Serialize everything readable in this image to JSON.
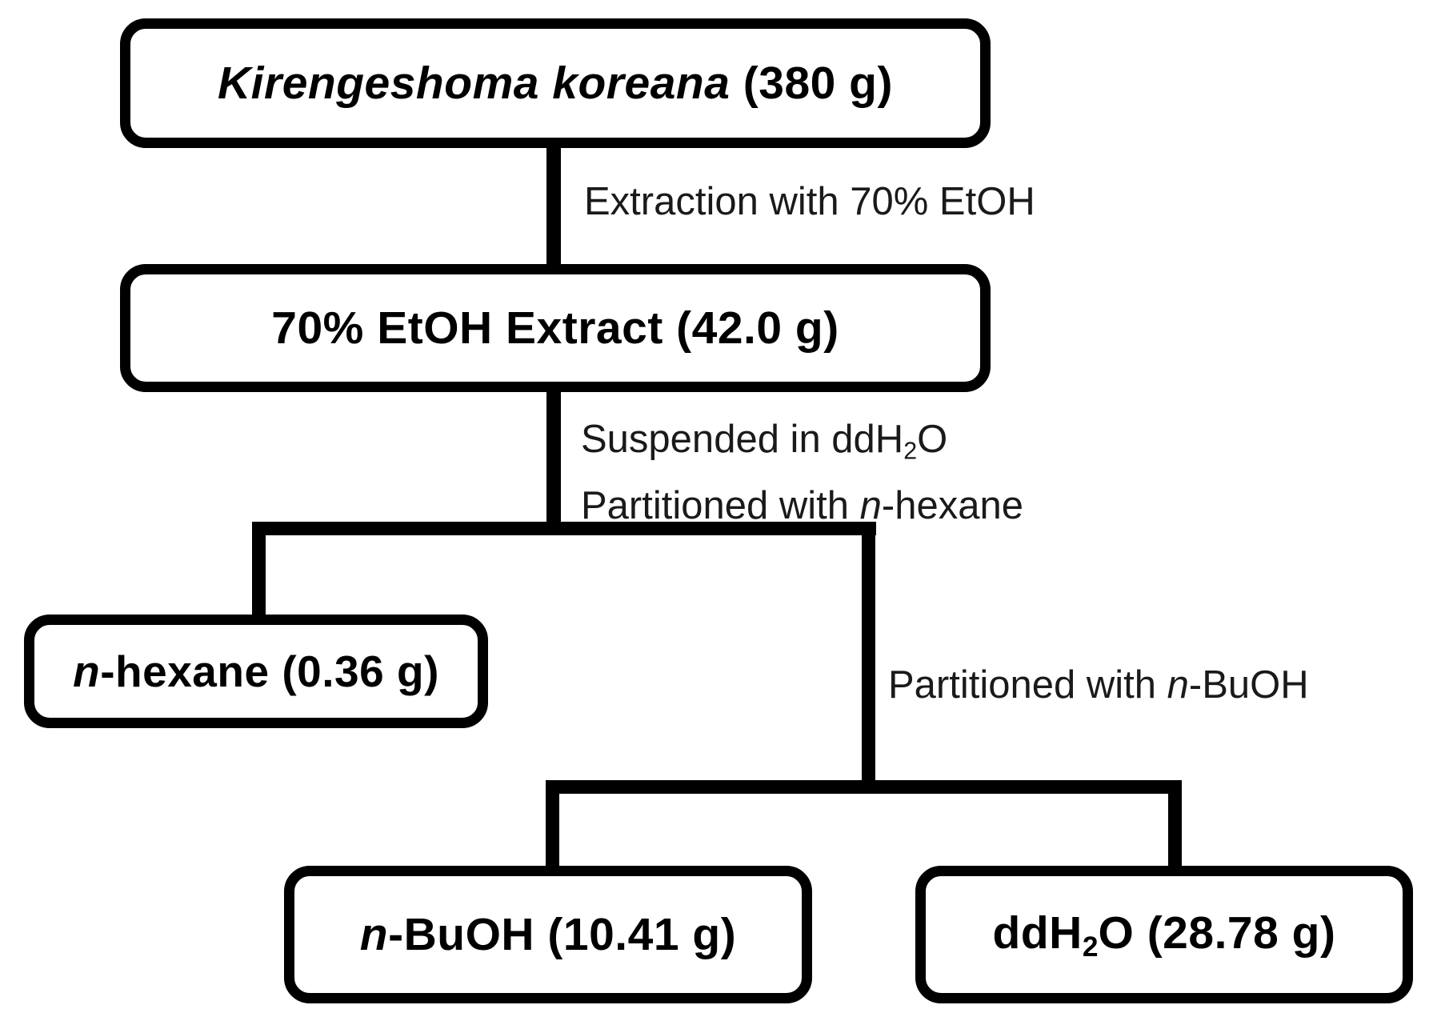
{
  "flowchart": {
    "colors": {
      "background": "#ffffff",
      "line": "#000000",
      "box_border": "#000000",
      "box_fill": "#ffffff",
      "text": "#000000"
    },
    "nodes": {
      "source": {
        "segments": [
          {
            "text": "Kirengeshoma koreana",
            "italic": true
          },
          {
            "text": " (380 g)"
          }
        ]
      },
      "etoh_extract": {
        "segments": [
          {
            "text": "70% EtOH Extract (42.0 g)"
          }
        ]
      },
      "hexane_fraction": {
        "segments": [
          {
            "text": "n",
            "italic": true
          },
          {
            "text": "-hexane (0.36 g)"
          }
        ]
      },
      "buoh_fraction": {
        "segments": [
          {
            "text": "n",
            "italic": true
          },
          {
            "text": "-BuOH (10.41 g)"
          }
        ]
      },
      "water_fraction": {
        "segments": [
          {
            "text": "ddH"
          },
          {
            "text": "2",
            "sub": true
          },
          {
            "text": "O (28.78 g)"
          }
        ]
      }
    },
    "edge_labels": {
      "extraction": {
        "segments": [
          {
            "text": "Extraction with 70% EtOH"
          }
        ]
      },
      "suspended": {
        "segments": [
          {
            "text": "Suspended in ddH"
          },
          {
            "text": "2",
            "sub": true
          },
          {
            "text": "O"
          }
        ]
      },
      "partition_hexane": {
        "segments": [
          {
            "text": "Partitioned with "
          },
          {
            "text": "n",
            "italic": true
          },
          {
            "text": "-hexane"
          }
        ]
      },
      "partition_buoh": {
        "segments": [
          {
            "text": "Partitioned with "
          },
          {
            "text": "n",
            "italic": true
          },
          {
            "text": "-BuOH"
          }
        ]
      }
    }
  }
}
